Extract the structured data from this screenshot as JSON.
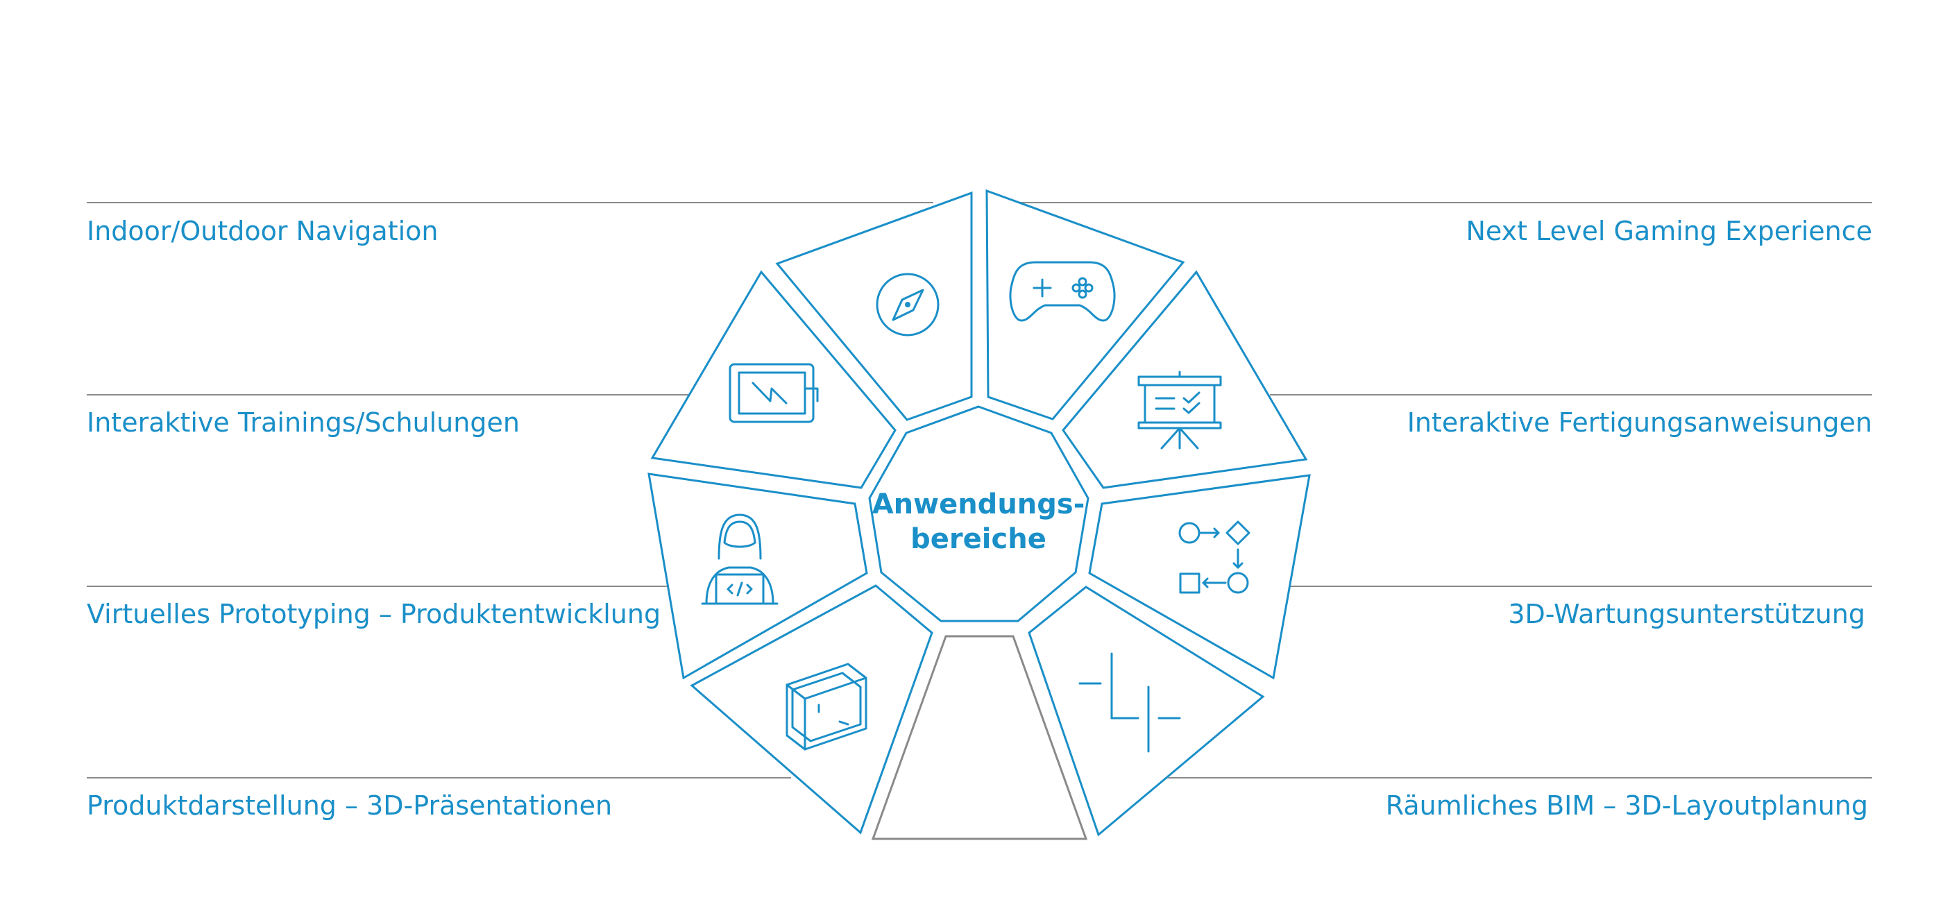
{
  "center": {
    "line1": "Anwendungs-",
    "line2": "bereiche"
  },
  "left_labels": [
    "Indoor/Outdoor Navigation",
    "Interaktive Trainings/Schulungen",
    "Virtuelles Prototyping – Produktentwicklung",
    "Produktdarstellung – 3D-Präsentationen"
  ],
  "right_labels": [
    "Next Level Gaming Experience",
    "Interaktive Fertigungsanweisungen",
    "3D-Wartungsunterstützung",
    "Räumliches BIM – 3D-Layoutplanung"
  ],
  "icons": [
    "compass-icon",
    "gamepad-icon",
    "presentation-board-icon",
    "flowchart-icon",
    "floorplan-icon",
    "developer-laptop-icon",
    "tablet-icon",
    "3d-cube-icon"
  ],
  "colors": {
    "accent": "#1a8fc8",
    "rule": "#8a8a8a",
    "empty_segment": "#8a8a8a"
  }
}
